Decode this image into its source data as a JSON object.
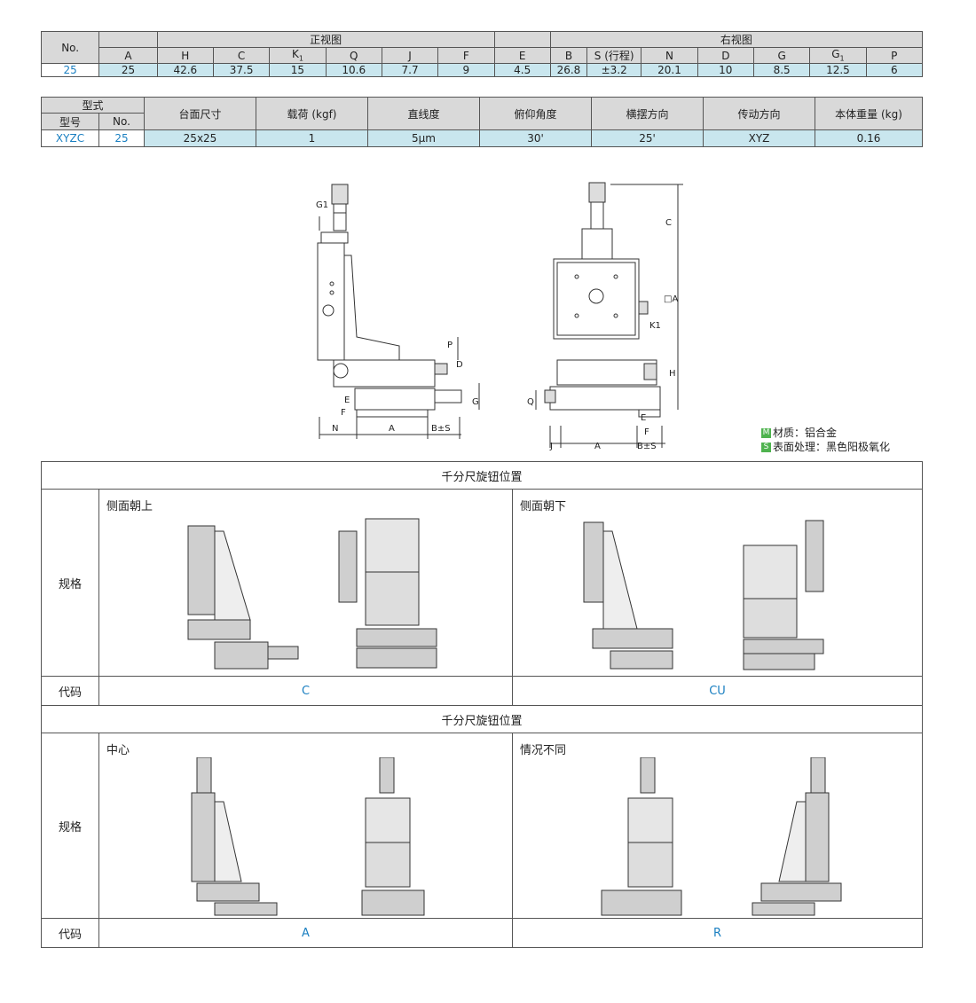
{
  "dim_table": {
    "no_label": "No.",
    "front_view": "正视图",
    "right_view": "右视图",
    "cols_front": [
      "A",
      "H",
      "C",
      "K1",
      "Q",
      "J",
      "F"
    ],
    "cols_right": [
      "E",
      "B",
      "S (行程)",
      "N",
      "D",
      "G",
      "G1",
      "P"
    ],
    "row": {
      "no": "25",
      "values": [
        "25",
        "42.6",
        "37.5",
        "15",
        "10.6",
        "7.7",
        "9",
        "4.5",
        "26.8",
        "±3.2",
        "20.1",
        "10",
        "8.5",
        "12.5",
        "6"
      ]
    }
  },
  "spec_table": {
    "type_label": "型式",
    "model_label": "型号",
    "no_label": "No.",
    "headers": [
      "台面尺寸",
      "载荷 (kgf)",
      "直线度",
      "俯仰角度",
      "横摆方向",
      "传动方向",
      "本体重量 (kg)"
    ],
    "row": {
      "model": "XYZC",
      "no": "25",
      "values": [
        "25x25",
        "1",
        "5μm",
        "30'",
        "25'",
        "XYZ",
        "0.16"
      ]
    }
  },
  "dimension_labels": {
    "front": [
      "G1",
      "P",
      "D",
      "E",
      "F",
      "G",
      "N",
      "A",
      "B±S"
    ],
    "side": [
      "C",
      "□A",
      "K1",
      "H",
      "Q",
      "E",
      "F",
      "J",
      "A",
      "B±S"
    ]
  },
  "legend": {
    "material_tag": "M",
    "material": "材质：铝合金",
    "surface_tag": "S",
    "surface": "表面处理：黑色阳极氧化"
  },
  "knob_section": {
    "title": "千分尺旋钮位置",
    "spec_label": "规格",
    "code_label": "代码",
    "variants": [
      {
        "caption": "侧面朝上",
        "code": "C"
      },
      {
        "caption": "侧面朝下",
        "code": "CU"
      },
      {
        "caption": "中心",
        "code": "A"
      },
      {
        "caption": "情况不同",
        "code": "R"
      }
    ]
  },
  "colors": {
    "header_gray": "#d9d9d9",
    "value_cyan": "#c9e6ee",
    "link_blue": "#1a7fc1",
    "tag_green": "#4fb34f"
  }
}
